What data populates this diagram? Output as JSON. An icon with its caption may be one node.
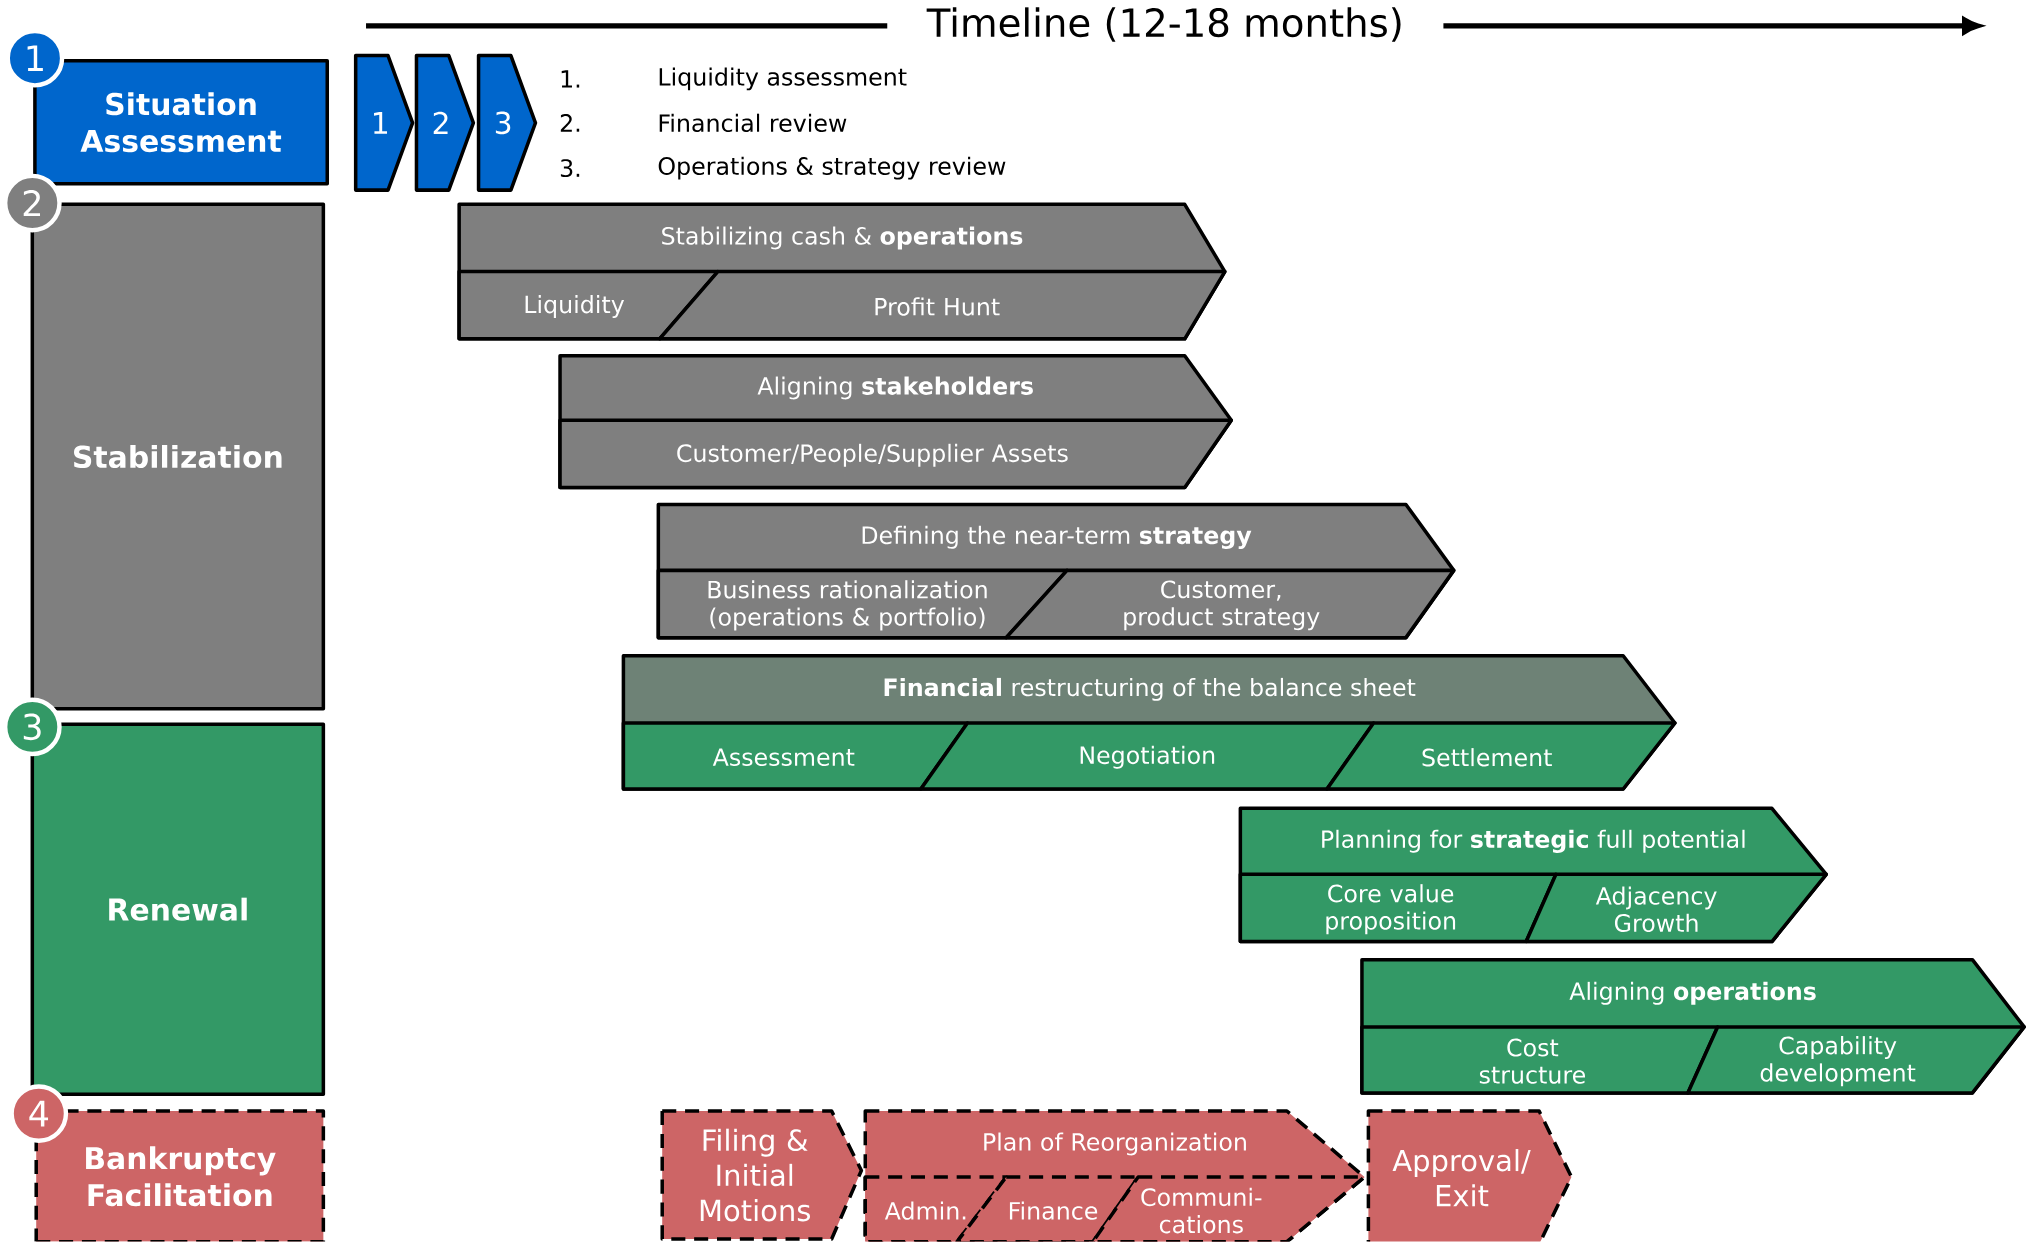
{
  "diagram": {
    "title": "Timeline (12-18 months)",
    "nodes": [
      {
        "text": [
          "1"
        ]
      },
      {
        "text": [
          "Situation Assessment"
        ]
      },
      {
        "text": [
          "1"
        ]
      },
      {
        "text": [
          "2"
        ]
      },
      {
        "text": [
          "3"
        ]
      },
      {
        "text": [
          "2"
        ]
      },
      {
        "text": [
          "Stabilization"
        ]
      },
      {
        "text": [
          "Stabilizing cash & **operations**"
        ]
      },
      {
        "text": [
          "Liquidity"
        ],
        "in": 7
      },
      {
        "text": [
          "Profit Hunt"
        ],
        "in": 7
      },
      {
        "text": [
          "Aligning **stakeholders**"
        ]
      },
      {
        "text": [
          "Customer/People/Supplier Assets"
        ],
        "in": 10
      },
      {
        "text": [
          "Defining the near-term **strategy**"
        ]
      },
      {
        "text": [
          "Business rationalization (operations & portfolio)"
        ],
        "in": 12
      },
      {
        "text": [
          "Customer, product strategy"
        ],
        "in": 12
      },
      {
        "text": [
          "**Financial** restructuring of the balance sheet"
        ]
      },
      {
        "text": [
          "Assessment"
        ],
        "in": 15
      },
      {
        "text": [
          "Negotiation"
        ],
        "in": 15
      },
      {
        "text": [
          "Settlement"
        ],
        "in": 15
      },
      {
        "text": [
          "3"
        ]
      },
      {
        "text": [
          "Renewal"
        ]
      },
      {
        "text": [
          "Planning for **strategic** full potential"
        ]
      },
      {
        "text": [
          "Core value proposition"
        ],
        "in": 21
      },
      {
        "text": [
          "Adjacency Growth"
        ],
        "in": 21
      },
      {
        "text": [
          "Aligning **operations**"
        ]
      },
      {
        "text": [
          "Cost structure"
        ],
        "in": 24
      },
      {
        "text": [
          "Capability development"
        ],
        "in": 24
      },
      {
        "text": [
          "4"
        ]
      },
      {
        "text": [
          "Bankruptcy Facilitation"
        ]
      },
      {
        "text": [
          "Filing & Initial Motions"
        ]
      },
      {
        "text": [
          "Plan of Reorganization"
        ]
      },
      {
        "text": [
          "Admin."
        ],
        "in": 30
      },
      {
        "text": [
          "Finance"
        ],
        "in": 30
      },
      {
        "text": [
          "Communi-cations"
        ],
        "in": 30
      },
      {
        "text": [
          "Approval/ Exit"
        ]
      }
    ],
    "labels": [
      "1.",
      "Liquidity assessment",
      "2.",
      "Financial review",
      "3.",
      "Operations & strategy review"
    ]
  }
}
